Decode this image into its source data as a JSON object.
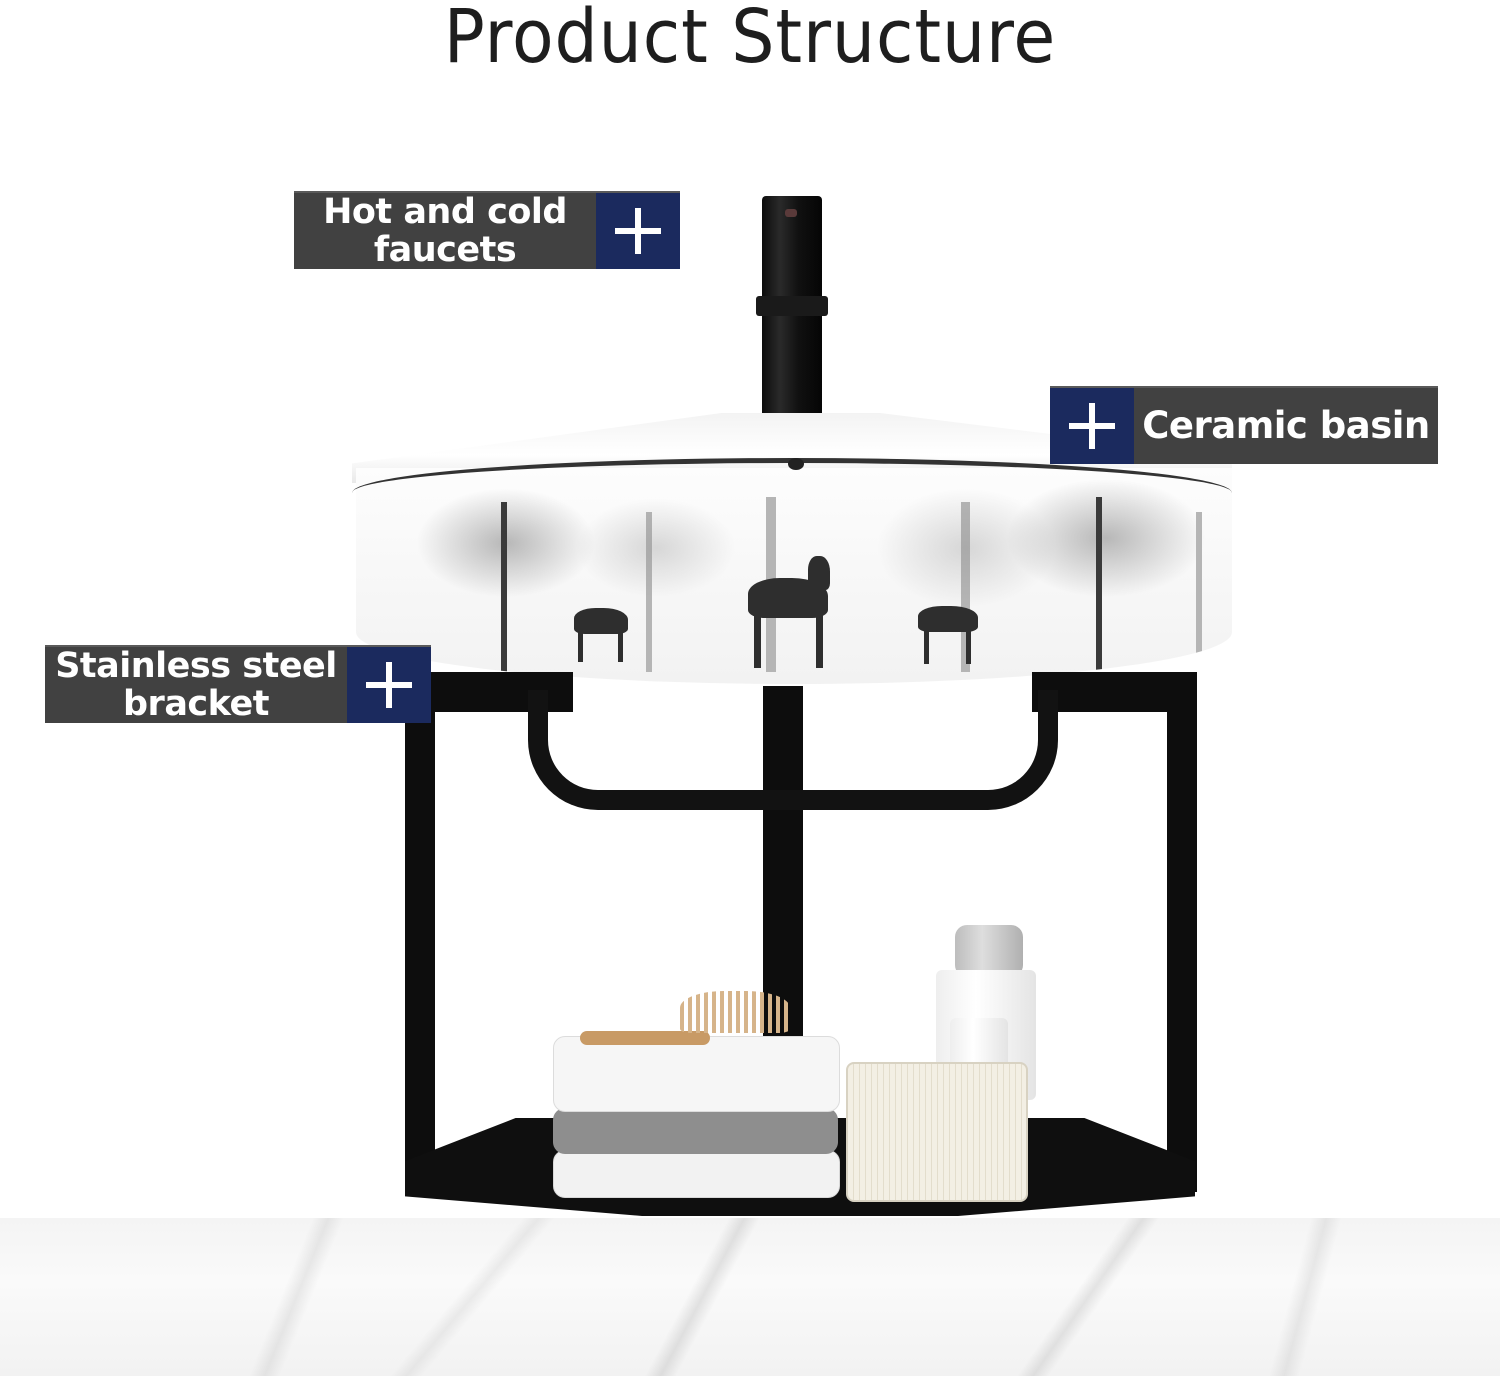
{
  "header": {
    "title": "Product Structure"
  },
  "callouts": [
    {
      "id": "faucet",
      "label_line1": "Hot and cold",
      "label_line2": "faucets",
      "icon": "plus-icon"
    },
    {
      "id": "basin",
      "label_line1": "Ceramic basin",
      "label_line2": "",
      "icon": "plus-icon"
    },
    {
      "id": "bracket",
      "label_line1": "Stainless steel",
      "label_line2": "bracket",
      "icon": "plus-icon"
    }
  ],
  "colors": {
    "label_background": "#414141",
    "icon_background": "#1b2a5e",
    "label_text": "#ffffff",
    "title_text": "#1e1e1e"
  },
  "product": {
    "parts": [
      "black faucet",
      "corner ceramic basin with deer-and-forest pattern",
      "black metal bracket with towel rail",
      "lower storage shelf"
    ],
    "shelf_items": [
      "folded white towel",
      "folded gray towel",
      "folded white towel",
      "wooden hairbrush",
      "ribbed storage bin",
      "cosmetic bottles"
    ]
  }
}
